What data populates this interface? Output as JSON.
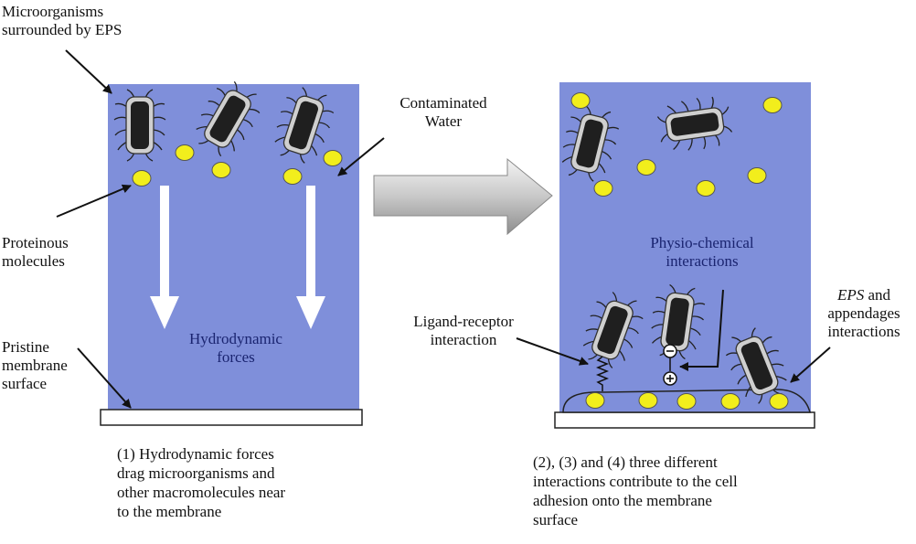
{
  "colors": {
    "water": "#7f8fda",
    "protein": "#f2ee1c",
    "cell_body": "#1f1f1f",
    "cell_coat": "#c9c9c9",
    "arrow_white": "#ffffff",
    "membrane": "#ffffff"
  },
  "left_panel": {
    "label_microorganisms_1": "Microorganisms",
    "label_microorganisms_2": "surrounded by EPS",
    "label_contaminated_1": "Contaminated",
    "label_contaminated_2": "Water",
    "label_proteinous_1": "Proteinous",
    "label_proteinous_2": "molecules",
    "label_pristine_1": "Pristine",
    "label_pristine_2": "membrane",
    "label_pristine_3": "surface",
    "label_hydro_1": "Hydrodynamic",
    "label_hydro_2": "forces",
    "caption_lines": [
      "(1) Hydrodynamic forces",
      "drag microorganisms and",
      "other macromolecules near",
      "to the membrane"
    ]
  },
  "right_panel": {
    "label_physio_1": "Physio-chemical",
    "label_physio_2": "interactions",
    "label_eps_italic": "EPS",
    "label_eps_rest": " and",
    "label_eps_2": "appendages",
    "label_eps_3": "interactions",
    "label_ligand_1": "Ligand-receptor",
    "label_ligand_2": "interaction",
    "charge_minus": "−",
    "charge_plus": "+",
    "caption_lines": [
      "(2), (3) and (4) three different",
      "interactions contribute to the cell",
      "adhesion onto the membrane",
      "surface"
    ]
  }
}
